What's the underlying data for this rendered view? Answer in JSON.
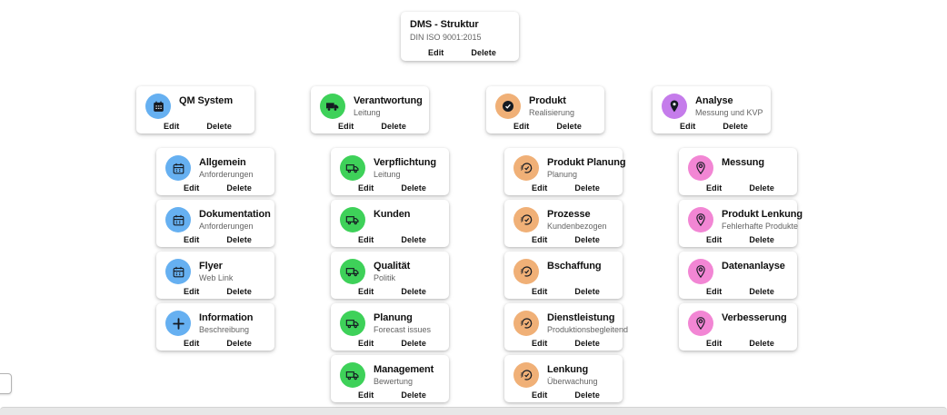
{
  "actions": {
    "edit": "Edit",
    "delete": "Delete"
  },
  "root_card": {
    "title": "DMS - Struktur",
    "subtitle": "DIN ISO 9001:2015"
  },
  "palette": {
    "blue": "#66b0f1",
    "green": "#3ed159",
    "orange": "#f0b077",
    "purple": "#c57ceb",
    "pink": "#f286d4",
    "glyph": "#151a22"
  },
  "columns": [
    {
      "parent": {
        "title": "QM System",
        "subtitle": "",
        "icon": "calendar-filled-icon",
        "color": "#66b0f1"
      },
      "children": [
        {
          "title": "Allgemein",
          "subtitle": "Anforderungen",
          "icon": "calendar-icon",
          "color": "#66b0f1"
        },
        {
          "title": "Dokumentation",
          "subtitle": "Anforderungen",
          "icon": "calendar-icon",
          "color": "#66b0f1"
        },
        {
          "title": "Flyer",
          "subtitle": "Web Link",
          "icon": "calendar-icon",
          "color": "#66b0f1"
        },
        {
          "title": "Information",
          "subtitle": "Beschreibung",
          "icon": "plus-icon",
          "color": "#66b0f1"
        }
      ]
    },
    {
      "parent": {
        "title": "Verantwortung",
        "subtitle": "Leitung",
        "icon": "truck-filled-icon",
        "color": "#3ed159"
      },
      "children": [
        {
          "title": "Verpflichtung",
          "subtitle": "Leitung",
          "icon": "truck-icon",
          "color": "#3ed159"
        },
        {
          "title": "Kunden",
          "subtitle": "",
          "icon": "truck-icon",
          "color": "#3ed159"
        },
        {
          "title": "Qualität",
          "subtitle": "Politik",
          "icon": "truck-icon",
          "color": "#3ed159"
        },
        {
          "title": "Planung",
          "subtitle": "Forecast issues",
          "icon": "truck-icon",
          "color": "#3ed159"
        },
        {
          "title": "Management",
          "subtitle": "Bewertung",
          "icon": "truck-icon",
          "color": "#3ed159"
        }
      ]
    },
    {
      "parent": {
        "title": "Produkt",
        "subtitle": "Realisierung",
        "icon": "clock-check-filled-icon",
        "color": "#f0b077"
      },
      "children": [
        {
          "title": "Produkt Planung",
          "subtitle": "Planung",
          "icon": "clock-check-icon",
          "color": "#f0b077"
        },
        {
          "title": "Prozesse",
          "subtitle": "Kundenbezogen",
          "icon": "clock-check-icon",
          "color": "#f0b077"
        },
        {
          "title": "Bschaffung",
          "subtitle": "",
          "icon": "clock-check-icon",
          "color": "#f0b077"
        },
        {
          "title": "Dienstleistung",
          "subtitle": "Produktionsbegleitend",
          "icon": "clock-check-icon",
          "color": "#f0b077"
        },
        {
          "title": "Lenkung",
          "subtitle": "Überwachung",
          "icon": "clock-check-icon",
          "color": "#f0b077"
        }
      ]
    },
    {
      "parent": {
        "title": "Analyse",
        "subtitle": "Messung und KVP",
        "icon": "pin-filled-icon",
        "color": "#c57ceb"
      },
      "children": [
        {
          "title": "Messung",
          "subtitle": "",
          "icon": "pin-icon",
          "color": "#f286d4"
        },
        {
          "title": "Produkt Lenkung",
          "subtitle": "Fehlerhafte Produkte",
          "icon": "pin-icon",
          "color": "#f286d4"
        },
        {
          "title": "Datenanlayse",
          "subtitle": "",
          "icon": "pin-icon",
          "color": "#f286d4"
        },
        {
          "title": "Verbesserung",
          "subtitle": "",
          "icon": "pin-icon",
          "color": "#f286d4"
        }
      ]
    }
  ]
}
